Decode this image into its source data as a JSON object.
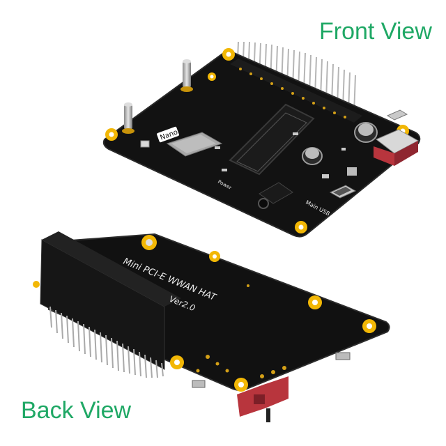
{
  "captions": {
    "front": "Front View",
    "back": "Back View"
  },
  "front_board": {
    "nano_label": "Nano",
    "usb_label": "Main USB",
    "power_label": "Power"
  },
  "back_board": {
    "title": "Mini PCI-E WWAN HAT",
    "version": "Ver2.0"
  },
  "colors": {
    "caption": "#1fa865",
    "pcb": "#101010",
    "mounting_pad": "#f2b705",
    "header_pin": "#c9c9c9",
    "red_switch": "#b8353d"
  }
}
